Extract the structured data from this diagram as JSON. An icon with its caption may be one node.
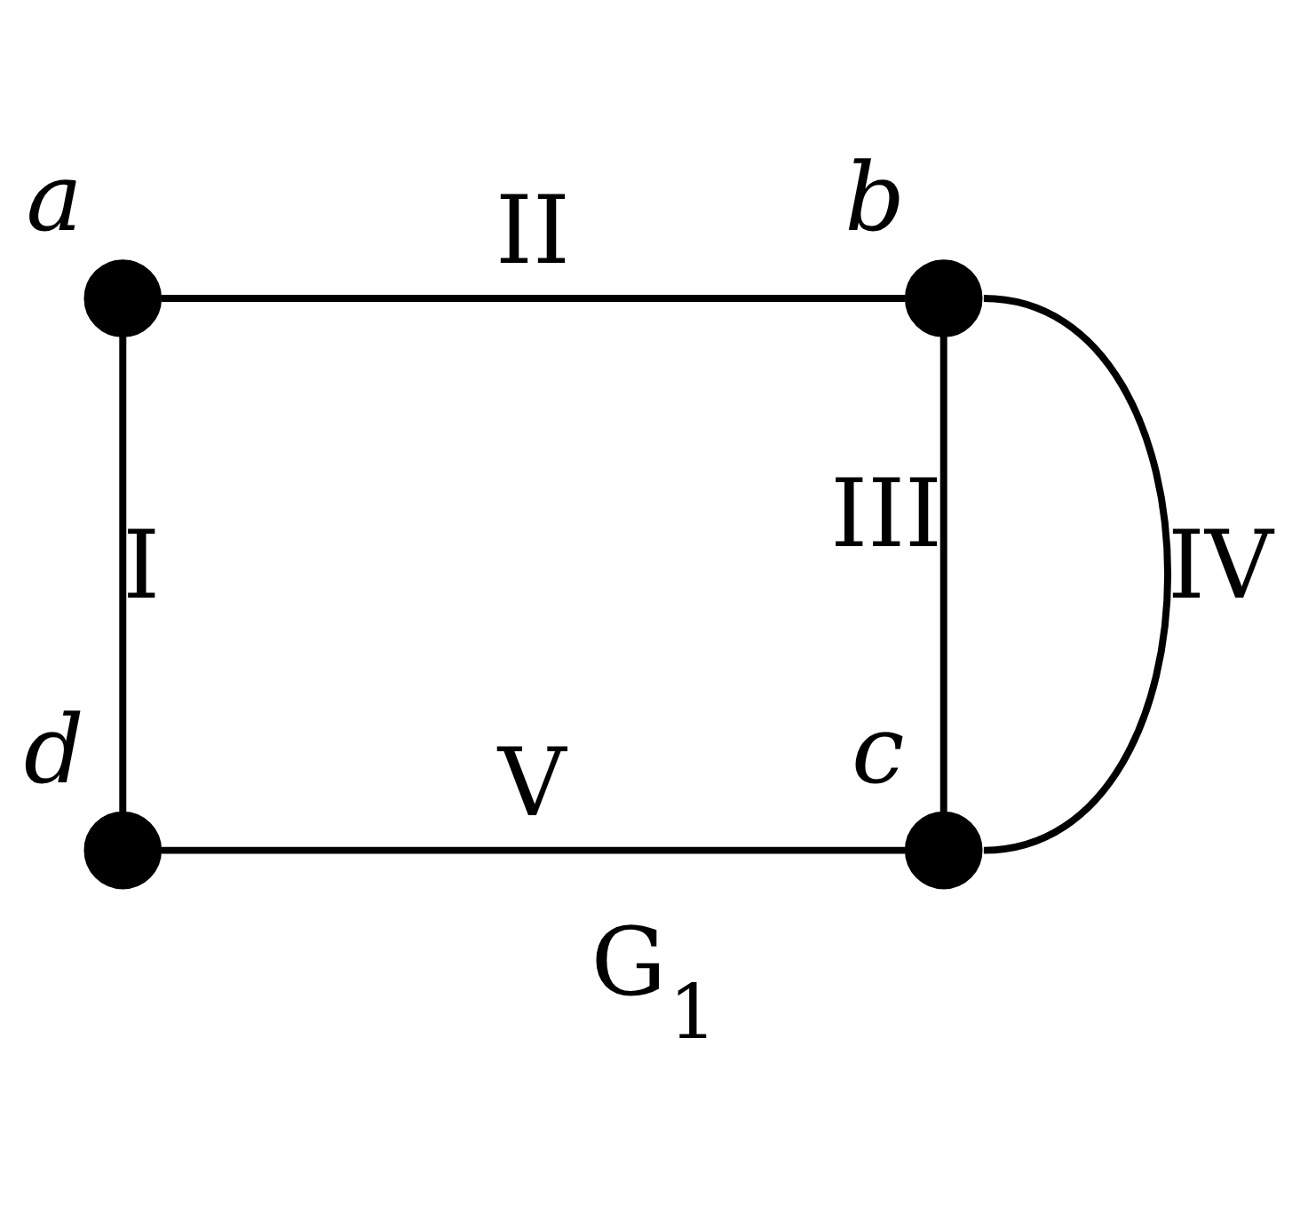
{
  "diagram": {
    "caption": "G$_{1}$",
    "nodes": [
      {
        "text": [],
        "shape": "circle",
        "beside": [
          "a"
        ]
      },
      {
        "text": [],
        "shape": "circle",
        "beside": [
          "b"
        ]
      },
      {
        "text": [],
        "shape": "circle",
        "beside": [
          "d"
        ]
      },
      {
        "text": [],
        "shape": "circle",
        "beside": [
          "c"
        ]
      }
    ],
    "edges": [
      {
        "from": 0,
        "to": 2,
        "arrow": "none",
        "label": "I"
      },
      {
        "from": 0,
        "to": 1,
        "arrow": "none",
        "label": "II"
      },
      {
        "from": 1,
        "to": 3,
        "arrow": "none",
        "label": "III"
      },
      {
        "from": 1,
        "to": 3,
        "arrow": "none",
        "label": "IV"
      },
      {
        "from": 2,
        "to": 3,
        "arrow": "none",
        "label": "V"
      }
    ]
  }
}
